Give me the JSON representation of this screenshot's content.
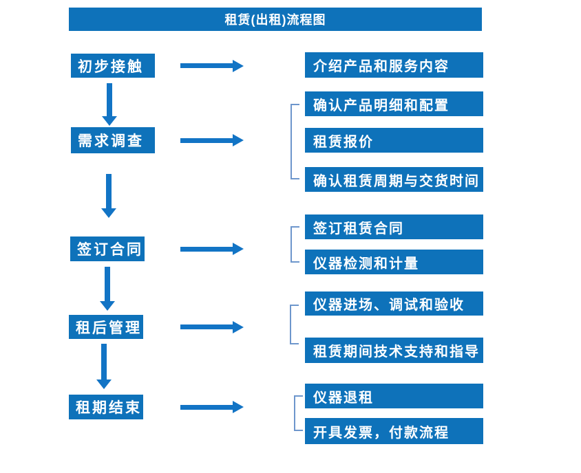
{
  "title": "租赁(出租)流程图",
  "colors": {
    "box_blue": "#0e72ba",
    "arrow_blue": "#1274c5",
    "bracket_blue": "#6d96cc",
    "text_white": "#ffffff"
  },
  "stages": [
    {
      "label": "初步接触",
      "details": [
        "介绍产品和服务内容"
      ]
    },
    {
      "label": "需求调查",
      "details": [
        "确认产品明细和配置",
        "租赁报价",
        "确认租赁周期与交货时间"
      ]
    },
    {
      "label": "签订合同",
      "details": [
        "签订租赁合同",
        "仪器检测和计量"
      ]
    },
    {
      "label": "租后管理",
      "details": [
        "仪器进场、调试和验收",
        "租赁期间技术支持和指导"
      ]
    },
    {
      "label": "租期结束",
      "details": [
        "仪器退租",
        "开具发票，付款流程"
      ]
    }
  ]
}
